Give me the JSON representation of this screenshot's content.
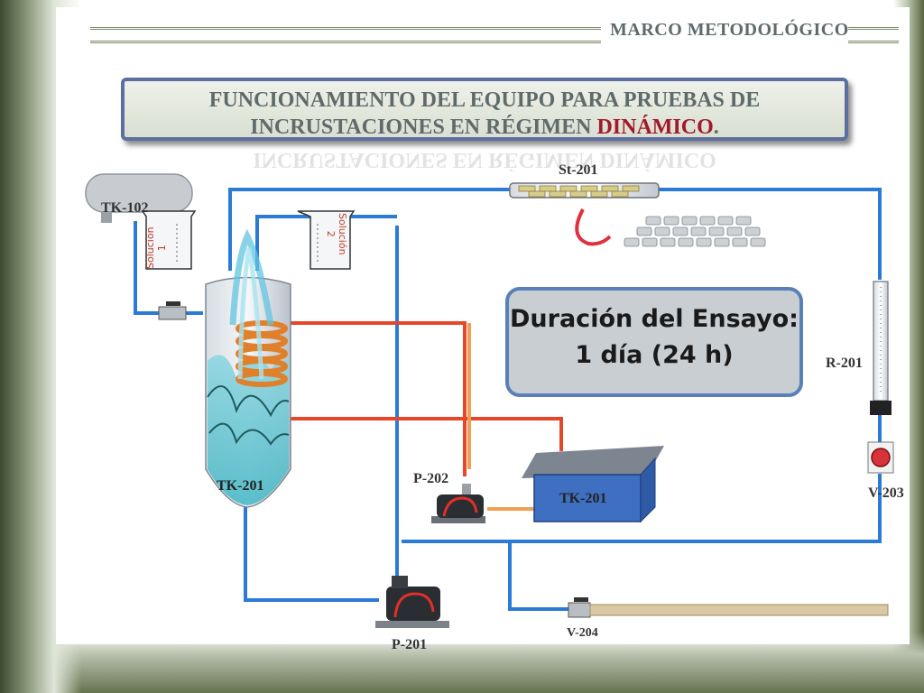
{
  "header": {
    "section": "MARCO METODOLÓGICO"
  },
  "title": {
    "line1": "FUNCIONAMIENTO DEL EQUIPO PARA PRUEBAS DE",
    "line2_prefix": "INCRUSTACIONES EN RÉGIMEN ",
    "line2_accent": "DINÁMICO",
    "line2_suffix": "."
  },
  "duration": {
    "line1": "Duración del Ensayo:",
    "line2": "1 día (24 h)"
  },
  "labels": {
    "st201": "St-201",
    "tk102": "TK-102",
    "tk201_reactor": "TK-201",
    "tk201_tank": "TK-201",
    "p202": "P-202",
    "p201": "P-201",
    "r201": "R-201",
    "v203": "V-203",
    "v204": "V-204"
  },
  "beakers": {
    "solution1": {
      "name": "Solución",
      "num": "1"
    },
    "solution2": {
      "name": "Solución",
      "num": "2"
    }
  },
  "colors": {
    "pipe_blue": "#2b7bd6",
    "pipe_hot": "#e8462b",
    "pipe_orange": "#f0a050",
    "tank_blue": "#3f6fc1",
    "accent_red": "#a3192b"
  }
}
